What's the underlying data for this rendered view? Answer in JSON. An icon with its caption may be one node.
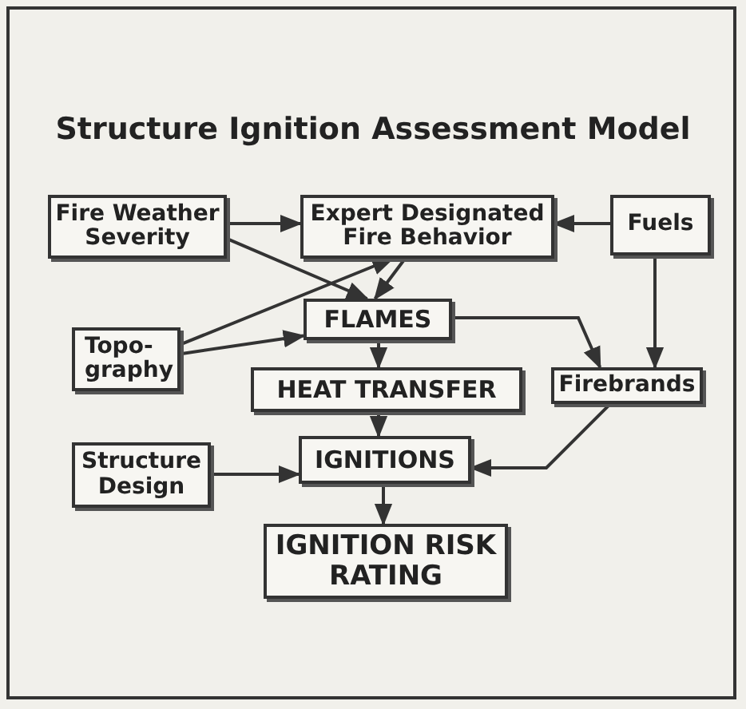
{
  "diagram": {
    "title": "Structure Ignition Assessment Model",
    "nodes": [
      {
        "text": [
          "Fire Weather Severity"
        ]
      },
      {
        "text": [
          "Expert Designated Fire Behavior"
        ]
      },
      {
        "text": [
          "Fuels"
        ]
      },
      {
        "text": [
          "Topo- graphy"
        ]
      },
      {
        "text": [
          "FLAMES"
        ]
      },
      {
        "text": [
          "HEAT TRANSFER"
        ]
      },
      {
        "text": [
          "Firebrands"
        ]
      },
      {
        "text": [
          "Structure Design"
        ]
      },
      {
        "text": [
          "IGNITIONS"
        ]
      },
      {
        "text": [
          "IGNITION RISK RATING"
        ]
      }
    ],
    "edges": [
      {
        "from": 0,
        "to": 1,
        "arrow": "to"
      },
      {
        "from": 0,
        "to": 4,
        "arrow": "to"
      },
      {
        "from": 3,
        "to": 1,
        "arrow": "to"
      },
      {
        "from": 3,
        "to": 4,
        "arrow": "to"
      },
      {
        "from": 2,
        "to": 1,
        "arrow": "to"
      },
      {
        "from": 1,
        "to": 4,
        "arrow": "to"
      },
      {
        "from": 2,
        "to": 6,
        "arrow": "to"
      },
      {
        "from": 4,
        "to": 6,
        "arrow": "to"
      },
      {
        "from": 4,
        "to": 5,
        "arrow": "to"
      },
      {
        "from": 5,
        "to": 8,
        "arrow": "to"
      },
      {
        "from": 7,
        "to": 8,
        "arrow": "to"
      },
      {
        "from": 6,
        "to": 8,
        "arrow": "to"
      },
      {
        "from": 8,
        "to": 9,
        "arrow": "to"
      }
    ]
  }
}
